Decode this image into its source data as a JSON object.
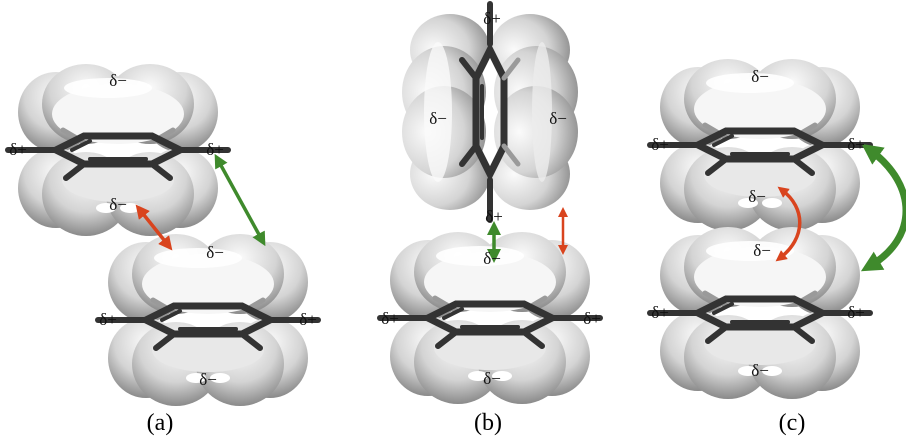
{
  "panels": [
    {
      "caption": "(a)",
      "top_molecule": {
        "charge_top": "δ−",
        "charge_left": "δ+",
        "charge_right": "δ+",
        "charge_bottom": "δ−"
      },
      "bottom_molecule": {
        "charge_top": "δ−",
        "charge_left": "δ+",
        "charge_right": "δ+",
        "charge_bottom": "δ−"
      },
      "arrows": [
        {
          "name": "repulsive-arrow",
          "color": "#d9441e"
        },
        {
          "name": "attractive-arrow",
          "color": "#3f8a2c"
        }
      ]
    },
    {
      "caption": "(b)",
      "top_molecule": {
        "charge_top": "δ+",
        "charge_left": "δ−",
        "charge_right": "δ−",
        "charge_bottom": "δ+"
      },
      "bottom_molecule": {
        "charge_top": "δ−",
        "charge_left": "δ+",
        "charge_right": "δ+",
        "charge_bottom": "δ−"
      },
      "arrows": [
        {
          "name": "attractive-arrow",
          "color": "#3f8a2c"
        },
        {
          "name": "repulsive-arrow",
          "color": "#d9441e"
        }
      ]
    },
    {
      "caption": "(c)",
      "top_molecule": {
        "charge_top": "δ−",
        "charge_left": "δ+",
        "charge_right": "δ+",
        "charge_bottom": "δ−"
      },
      "bottom_molecule": {
        "charge_top": "δ−",
        "charge_left": "δ+",
        "charge_right": "δ+",
        "charge_bottom": "δ−"
      },
      "arrows": [
        {
          "name": "repulsive-curved-arrow",
          "color": "#d9441e"
        },
        {
          "name": "attractive-curved-arrow",
          "color": "#3f8a2c"
        }
      ]
    }
  ],
  "colors": {
    "cloud_light": "#f4f4f4",
    "cloud_dark": "#7d7d7d",
    "bond": "#333333"
  }
}
